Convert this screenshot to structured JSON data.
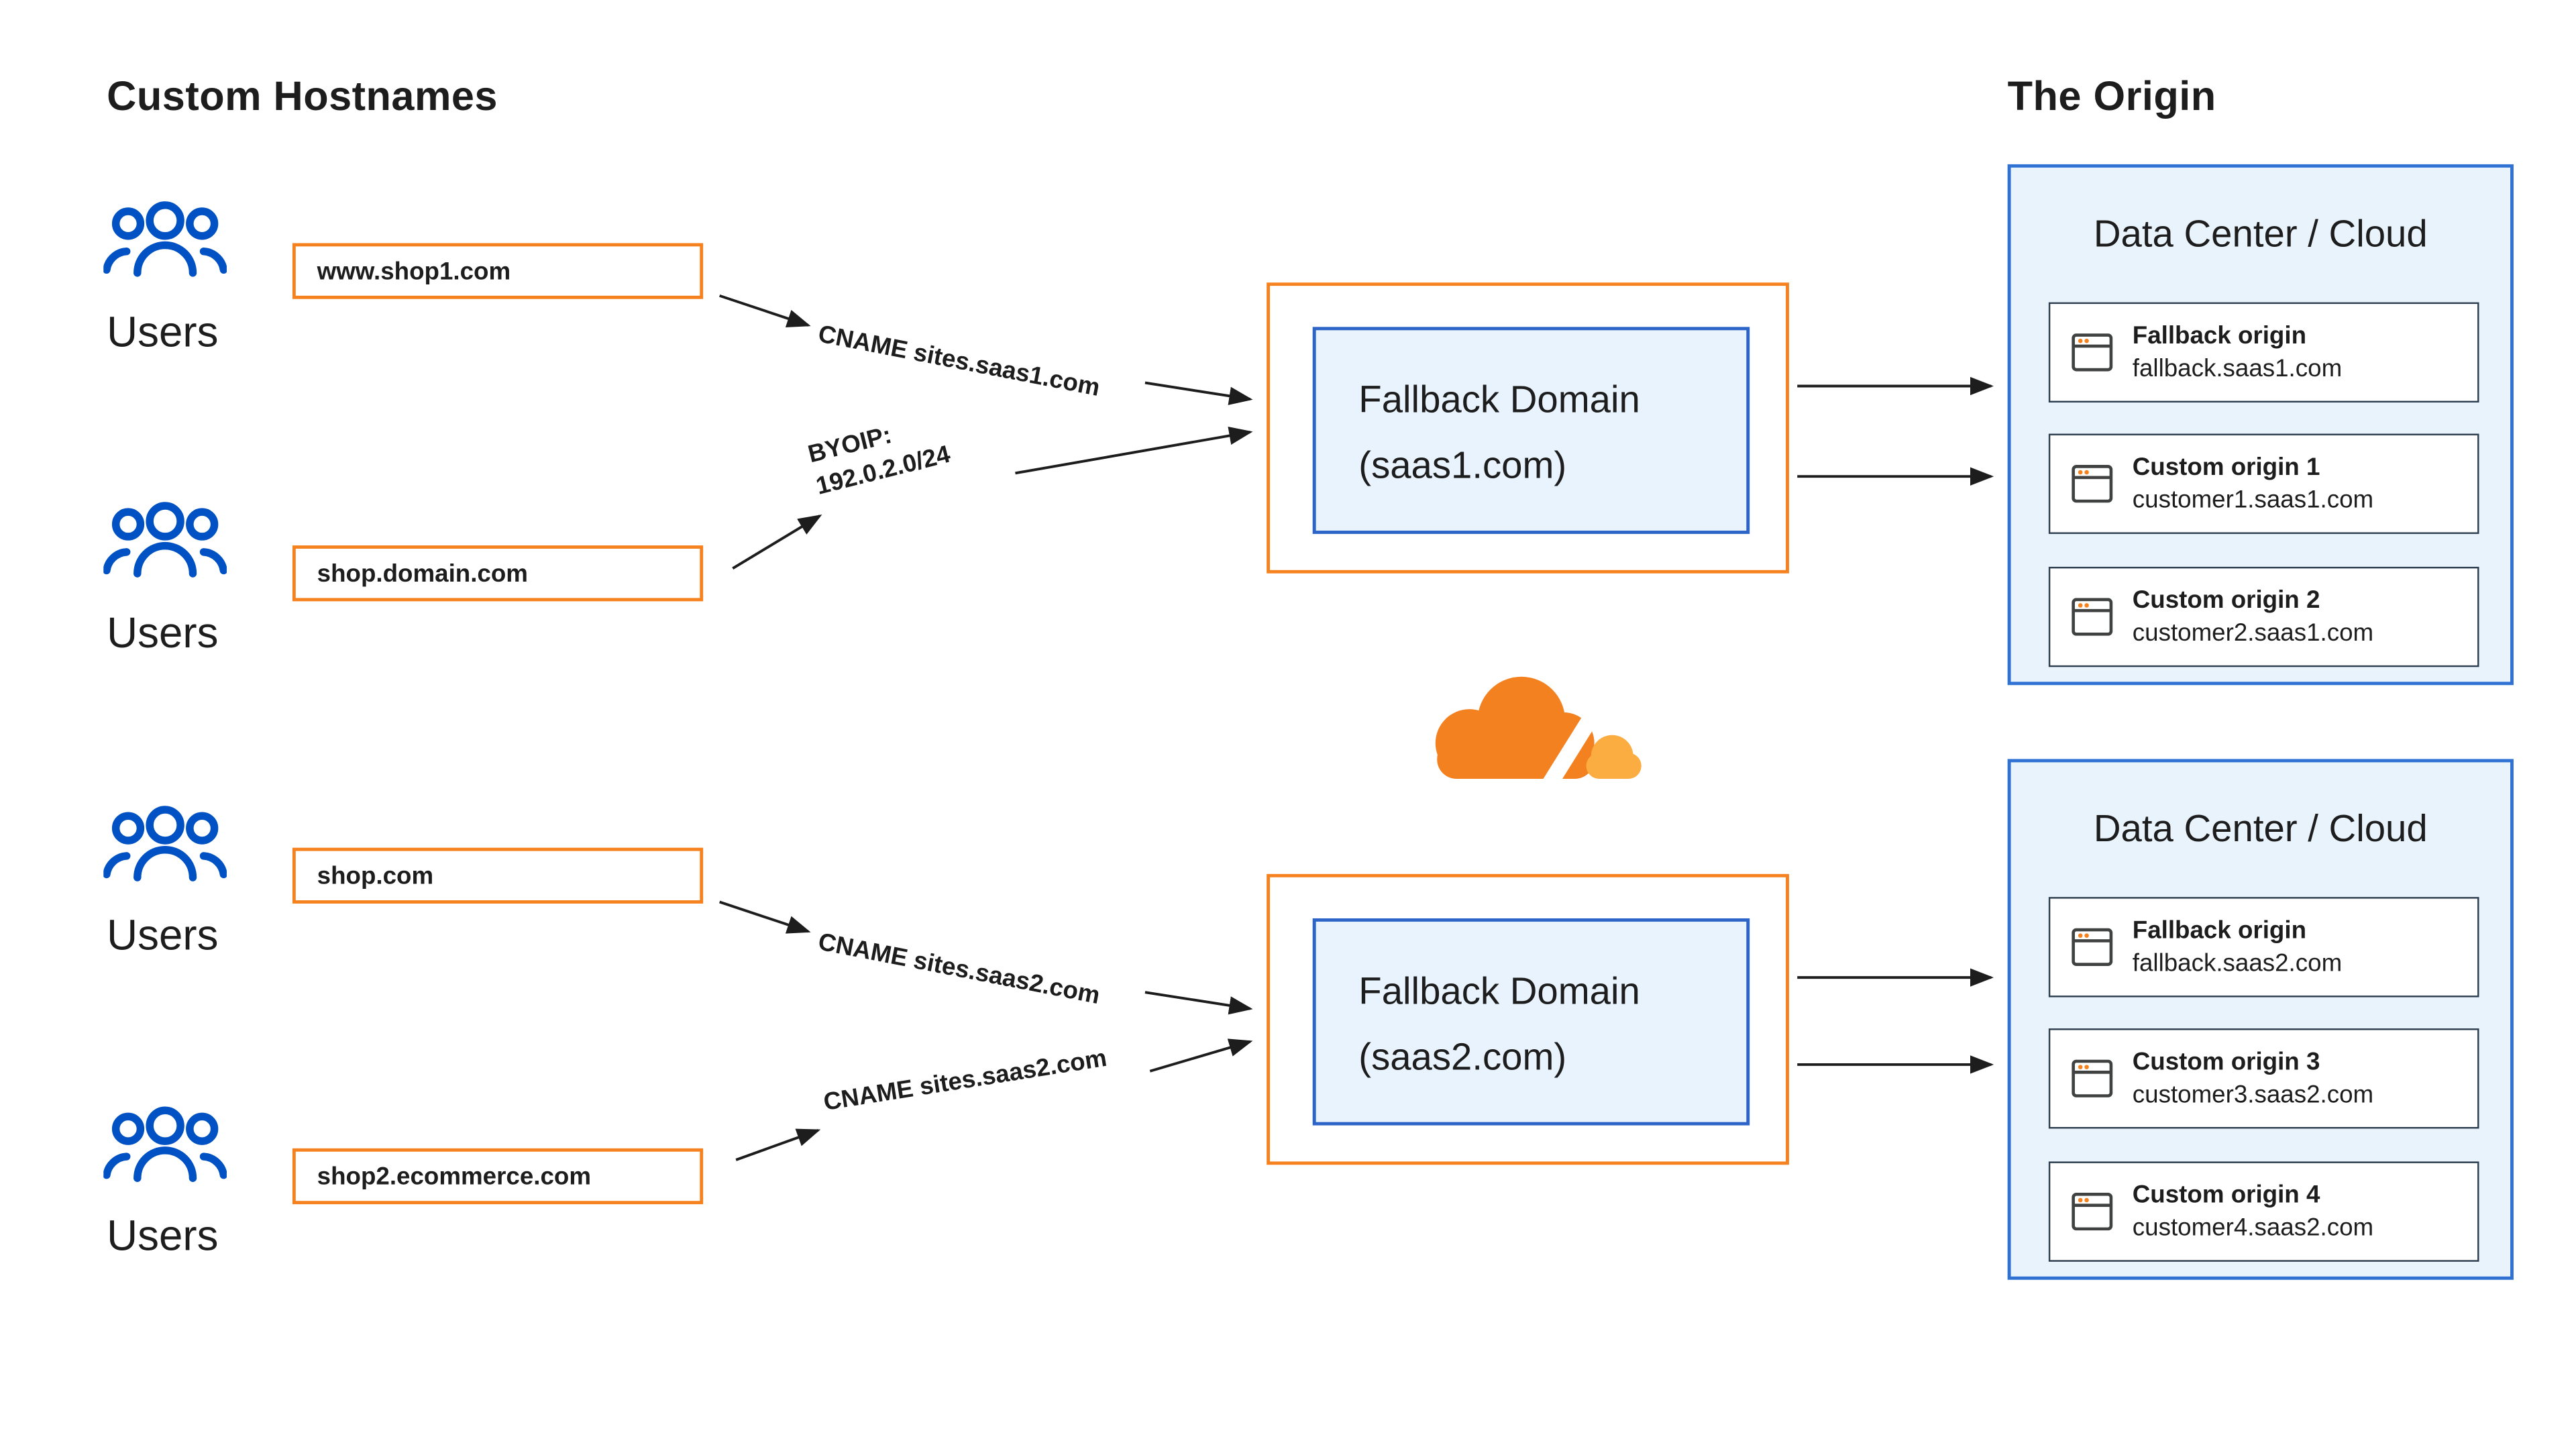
{
  "titles": {
    "left": "Custom Hostnames",
    "right": "The Origin"
  },
  "users_label": "Users",
  "hostnames": [
    "www.shop1.com",
    "shop.domain.com",
    "shop.com",
    "shop2.ecommerce.com"
  ],
  "arrow_labels": {
    "cname1": "CNAME sites.saas1.com",
    "byoip_line1": "BYOIP:",
    "byoip_line2": "192.0.2.0/24",
    "cname2": "CNAME sites.saas2.com",
    "cname3": "CNAME sites.saas2.com"
  },
  "fallbacks": [
    {
      "line1": "Fallback Domain",
      "line2": "(saas1.com)"
    },
    {
      "line1": "Fallback Domain",
      "line2": "(saas2.com)"
    }
  ],
  "data_centers": [
    {
      "title": "Data Center / Cloud",
      "origins": [
        {
          "name": "Fallback origin",
          "host": "fallback.saas1.com"
        },
        {
          "name": "Custom origin 1",
          "host": "customer1.saas1.com"
        },
        {
          "name": "Custom origin 2",
          "host": "customer2.saas1.com"
        }
      ]
    },
    {
      "title": "Data Center / Cloud",
      "origins": [
        {
          "name": "Fallback origin",
          "host": "fallback.saas2.com"
        },
        {
          "name": "Custom origin 3",
          "host": "customer3.saas2.com"
        },
        {
          "name": "Custom origin 4",
          "host": "customer4.saas2.com"
        }
      ]
    }
  ],
  "colors": {
    "orange": "#F6821F",
    "orange_light": "#FBAD41",
    "blue": "#0051C3",
    "box_blue": "#3072D4",
    "fill_blue": "#E9F3FD",
    "text": "#1D1D1D"
  }
}
